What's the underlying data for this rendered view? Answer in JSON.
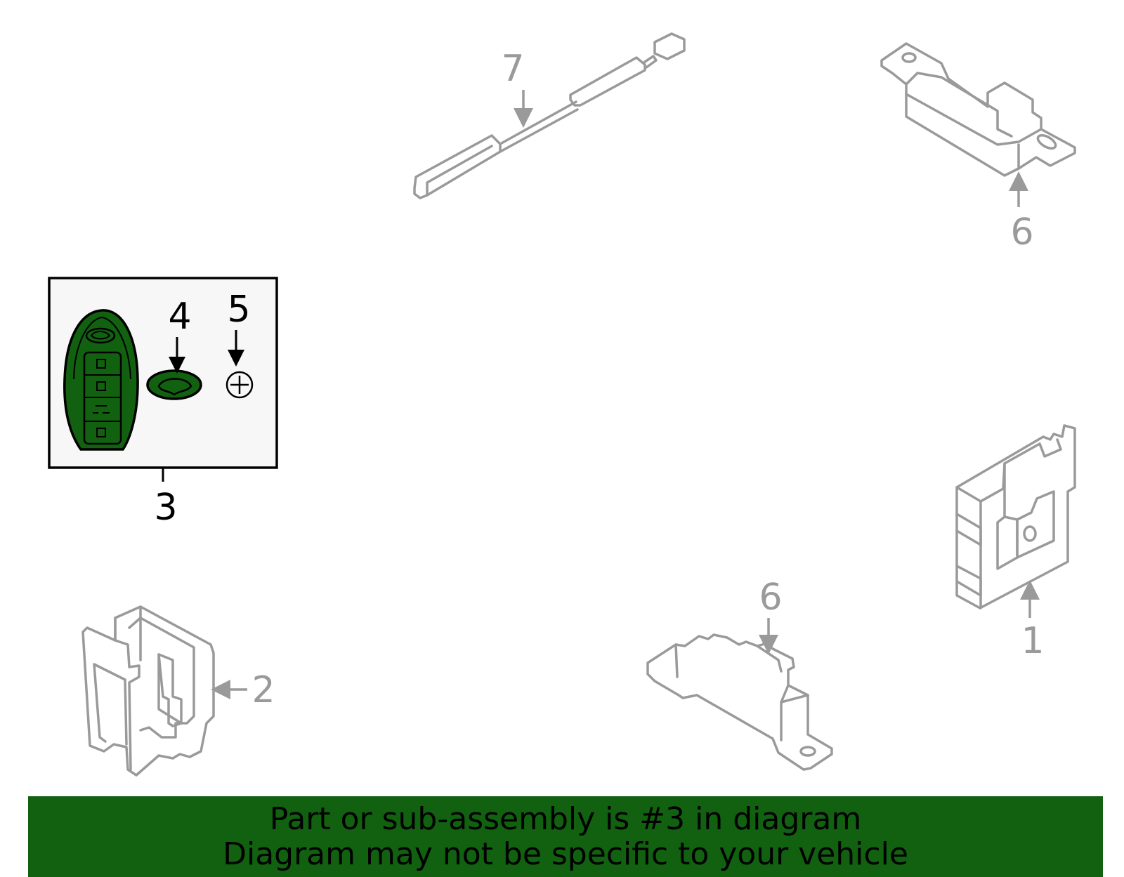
{
  "callouts": {
    "c1": "1",
    "c2": "2",
    "c3": "3",
    "c4": "4",
    "c5": "5",
    "c6a": "6",
    "c6b": "6",
    "c7": "7"
  },
  "banner": {
    "line1": "Part or sub-assembly is #3 in diagram",
    "line2": "Diagram may not be specific to your vehicle"
  },
  "colors": {
    "highlight": "#116110",
    "part_outline": "#9a9a9a",
    "box_fill": "#f7f7f7"
  }
}
